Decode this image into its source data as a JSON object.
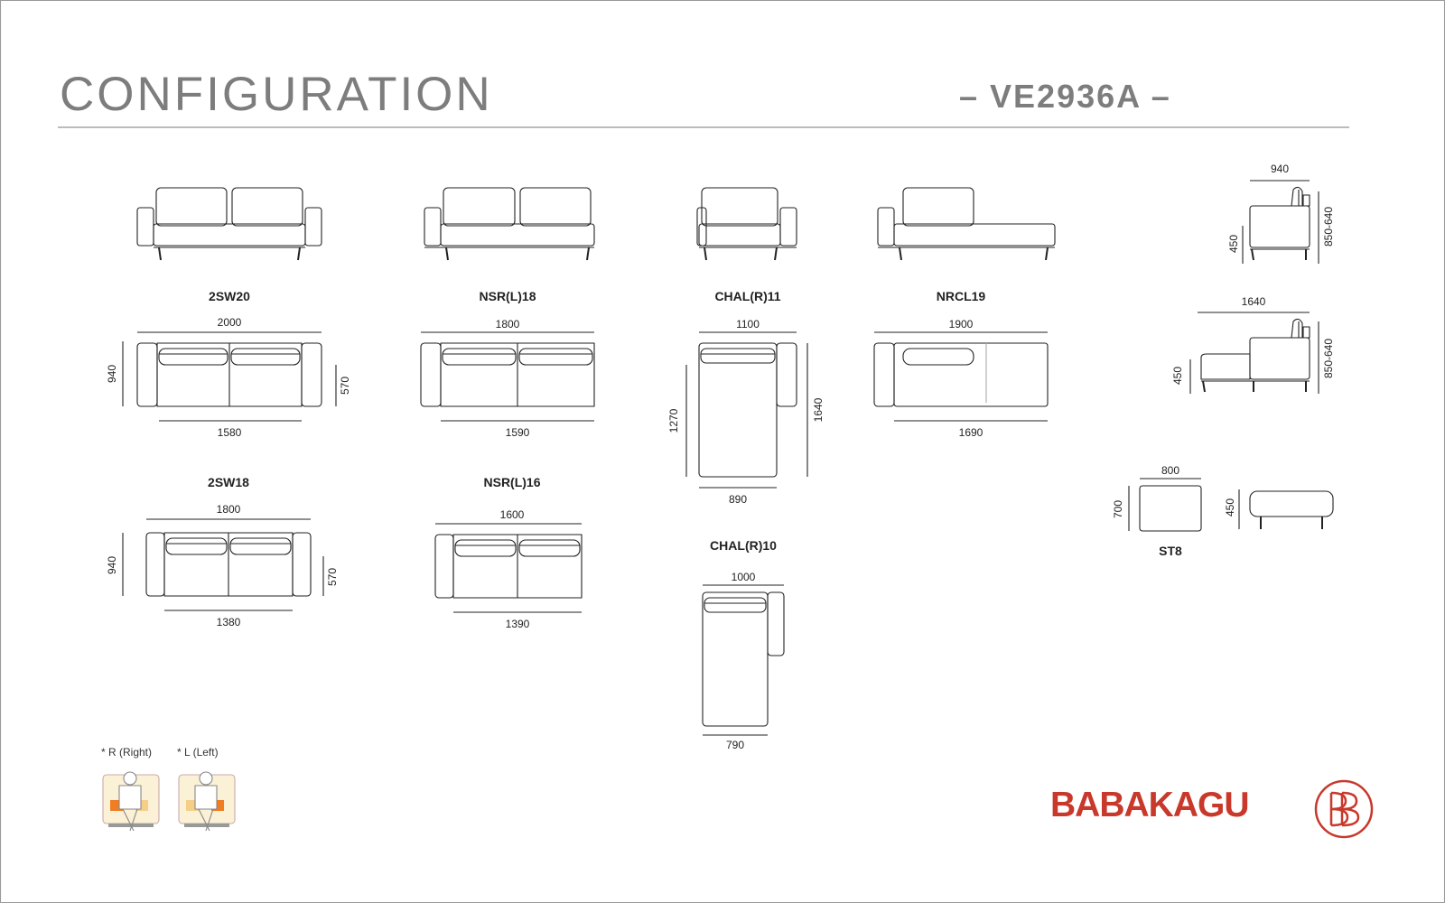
{
  "header": {
    "title": "CONFIGURATION",
    "model": "– VE2936A –"
  },
  "modules": {
    "m2sw20": {
      "label": "2SW20",
      "width": "2000",
      "depth": "940",
      "seat": "1580",
      "inner": "570"
    },
    "nsrl18": {
      "label": "NSR(L)18",
      "width": "1800",
      "seat": "1590"
    },
    "chalr11": {
      "label": "CHAL(R)11",
      "width": "1100",
      "seat": "890",
      "depth_left": "1270",
      "depth_right": "1640"
    },
    "nrcl19": {
      "label": "NRCL19",
      "width": "1900",
      "seat": "1690"
    },
    "m2sw18": {
      "label": "2SW18",
      "width": "1800",
      "depth": "940",
      "seat": "1380",
      "inner": "570"
    },
    "nsrl16": {
      "label": "NSR(L)16",
      "width": "1600",
      "seat": "1390"
    },
    "chalr10": {
      "label": "CHAL(R)10",
      "width": "1000",
      "seat": "790"
    },
    "st8": {
      "label": "ST8",
      "width": "800",
      "depth": "700",
      "height": "450"
    }
  },
  "side_views": {
    "standard": {
      "depth": "940",
      "seat_height": "450",
      "total_height": "850-640"
    },
    "chaise": {
      "depth": "1640",
      "seat_height": "450",
      "total_height": "850-640"
    }
  },
  "legend": {
    "right": "* R (Right)",
    "left": "* L (Left)"
  },
  "brand": {
    "name": "BABAKAGU",
    "logo_color": "#c8382b"
  }
}
